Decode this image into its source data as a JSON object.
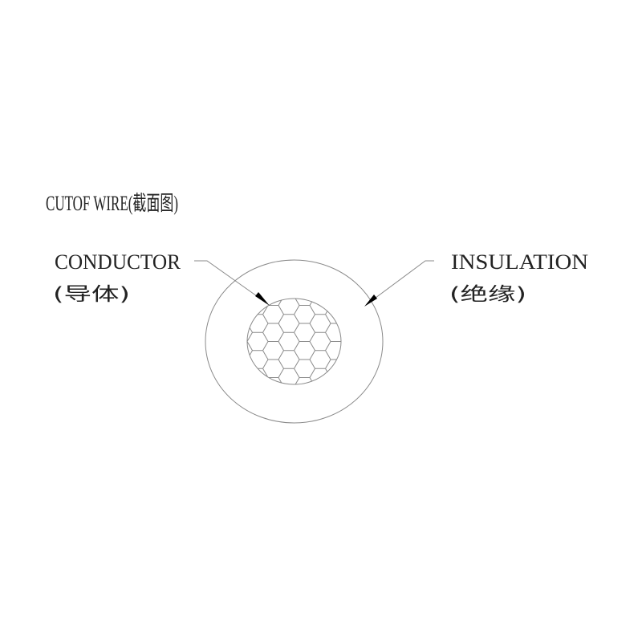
{
  "title": "CUTOF WIRE(截面图)",
  "labels": {
    "conductor": "CONDUCTOR",
    "conductor_cn": "(导体)",
    "insulation": "INSULATION",
    "insulation_cn": "(绝缘)"
  },
  "colors": {
    "line": "#8a8a8a",
    "text": "#222222",
    "arrow": "#000000"
  }
}
